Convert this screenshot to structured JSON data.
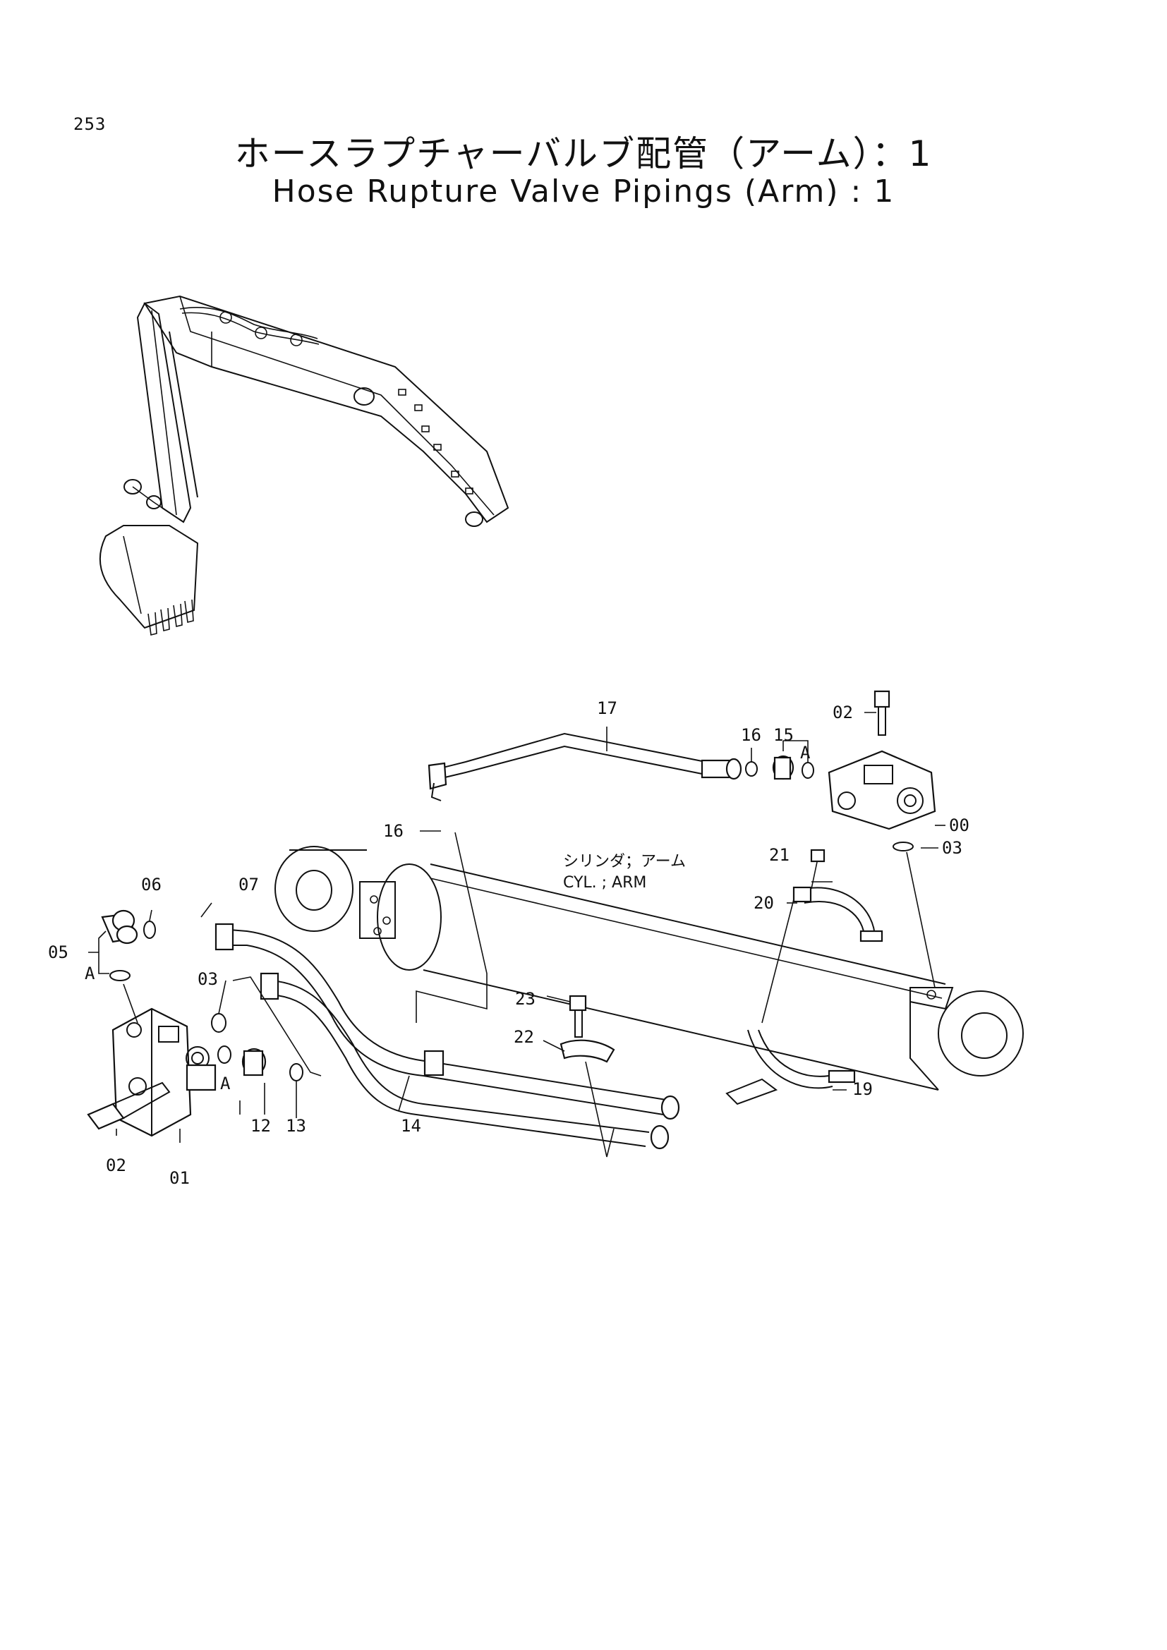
{
  "page_number": "253",
  "title_jp": "ホースラプチャーバルブ配管（アーム）：1",
  "title_en": "Hose Rupture Valve Pipings (Arm) : 1",
  "cylinder_label_jp": "シリンダ；アーム",
  "cylinder_label_en": "CYL. ; ARM",
  "callouts": {
    "c00": "00",
    "c01": "01",
    "c02a": "02",
    "c02b": "02",
    "c03a": "03",
    "c03b": "03",
    "c05": "05",
    "c06": "06",
    "c07": "07",
    "c12": "12",
    "c13": "13",
    "c14": "14",
    "c15": "15",
    "c16a": "16",
    "c16b": "16",
    "c17": "17",
    "c19": "19",
    "c20": "20",
    "c21": "21",
    "c22": "22",
    "c23": "23",
    "a1": "A",
    "a2": "A",
    "a3": "A"
  }
}
